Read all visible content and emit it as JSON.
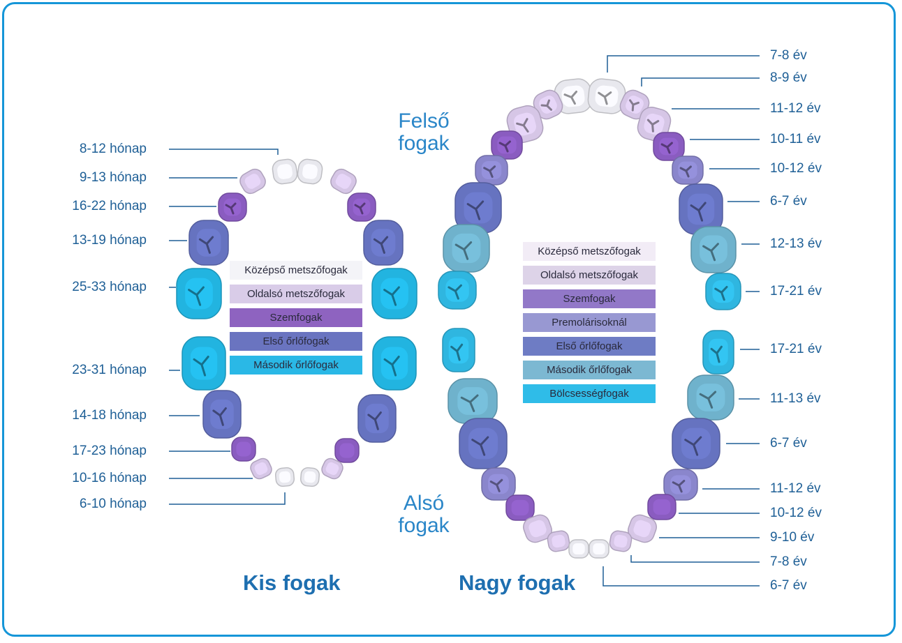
{
  "titles": {
    "upper": "Felső fogak",
    "lower": "Alsó fogak",
    "kids": "Kis fogak",
    "adult": "Nagy fogak"
  },
  "colors": {
    "frame": "#1596d8",
    "central_incisor": "#e8e8ee",
    "lateral_incisor": "#d6c6e6",
    "canine": "#8a5cc0",
    "premolar": "#8a86cc",
    "first_molar": "#6673c0",
    "second_molar": "#6fb2cc",
    "wisdom": "#2fb6e0",
    "kids_second_molar": "#22b4e0"
  },
  "kids_legend": [
    {
      "label": "Középső metszőfogak",
      "color": "#f4f4f8"
    },
    {
      "label": "Oldalsó metszőfogak",
      "color": "#d9cce8"
    },
    {
      "label": "Szemfogak",
      "color": "#8e63c0"
    },
    {
      "label": "Első őrlőfogak",
      "color": "#6a74c0"
    },
    {
      "label": "Második őrlőfogak",
      "color": "#2ab8e6"
    }
  ],
  "adult_legend": [
    {
      "label": "Középső metszőfogak",
      "color": "#f2ecf6"
    },
    {
      "label": "Oldalsó metszőfogak",
      "color": "#ddd3e8"
    },
    {
      "label": "Szemfogak",
      "color": "#9278c8"
    },
    {
      "label": "Premolárisoknál",
      "color": "#9898d2"
    },
    {
      "label": "Első őrlőfogak",
      "color": "#6e7cc4"
    },
    {
      "label": "Második őrlőfogak",
      "color": "#7cb8d2"
    },
    {
      "label": "Bölcsességfogak",
      "color": "#2fbce8"
    }
  ],
  "kids_labels": [
    "8-12  hónap",
    "9-13  hónap",
    "16-22  hónap",
    "13-19  hónap",
    "25-33  hónap",
    "23-31  hónap",
    "14-18  hónap",
    "17-23  hónap",
    "10-16  hónap",
    "6-10  hónap"
  ],
  "adult_labels": [
    "7-8 év",
    "8-9 év",
    "11-12 év",
    "10-11 év",
    "10-12 év",
    "6-7 év",
    "12-13 év",
    "17-21 év",
    "17-21 év",
    "11-13 év",
    "6-7 év",
    "11-12 év",
    "10-12 év",
    "9-10 év",
    "7-8 év",
    "6-7 év"
  ]
}
